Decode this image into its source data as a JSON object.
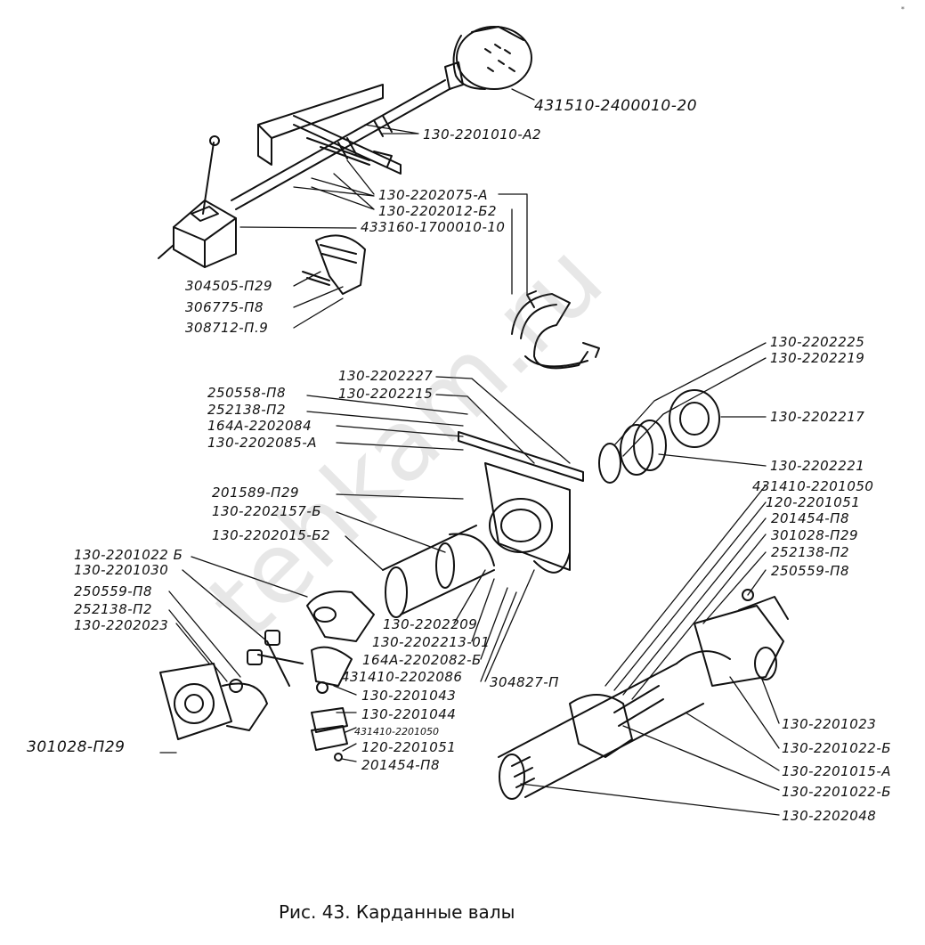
{
  "figure": {
    "caption": "Рис. 43. Карданные валы",
    "watermark": "tehkam.ru",
    "corner_mark": "*"
  },
  "labels": [
    {
      "id": "l1",
      "text": "431510-2400010-20"
    },
    {
      "id": "l2",
      "text": "130-2201010-А2"
    },
    {
      "id": "l3",
      "text": "130-2202075-А"
    },
    {
      "id": "l4",
      "text": "130-2202012-Б2"
    },
    {
      "id": "l5",
      "text": "433160-1700010-10"
    },
    {
      "id": "l6",
      "text": "304505-П29"
    },
    {
      "id": "l7",
      "text": "306775-П8"
    },
    {
      "id": "l8",
      "text": "308712-П.9"
    },
    {
      "id": "l9",
      "text": "130-2202225"
    },
    {
      "id": "l10",
      "text": "130-2202219"
    },
    {
      "id": "l11",
      "text": "130-2202227"
    },
    {
      "id": "l12",
      "text": "130-2202215"
    },
    {
      "id": "l13",
      "text": "250558-П8"
    },
    {
      "id": "l14",
      "text": "252138-П2"
    },
    {
      "id": "l15",
      "text": "164А-2202084"
    },
    {
      "id": "l16",
      "text": "130-2202085-А"
    },
    {
      "id": "l17",
      "text": "130-2202217"
    },
    {
      "id": "l18",
      "text": "130-2202221"
    },
    {
      "id": "l19",
      "text": "431410-2201050"
    },
    {
      "id": "l20",
      "text": "120-2201051"
    },
    {
      "id": "l21",
      "text": "201454-П8"
    },
    {
      "id": "l22",
      "text": "301028-П29"
    },
    {
      "id": "l23",
      "text": "252138-П2"
    },
    {
      "id": "l24",
      "text": "250559-П8"
    },
    {
      "id": "l25",
      "text": "201589-П29"
    },
    {
      "id": "l26",
      "text": "130-2202157-Б"
    },
    {
      "id": "l27",
      "text": "130-2202015-Б2"
    },
    {
      "id": "l28",
      "text": "130-2201022 Б"
    },
    {
      "id": "l29",
      "text": "130-2201030"
    },
    {
      "id": "l30",
      "text": "250559-П8"
    },
    {
      "id": "l31",
      "text": "252138-П2"
    },
    {
      "id": "l32",
      "text": "130-2202023"
    },
    {
      "id": "l33",
      "text": "130-2202209"
    },
    {
      "id": "l34",
      "text": "130-2202213-01"
    },
    {
      "id": "l35",
      "text": "164А-2202082-Б"
    },
    {
      "id": "l36",
      "text": "431410-2202086"
    },
    {
      "id": "l37",
      "text": "304827-П"
    },
    {
      "id": "l38",
      "text": "130-2201043"
    },
    {
      "id": "l39",
      "text": "130-2201044"
    },
    {
      "id": "l40",
      "text": "431410-2201050"
    },
    {
      "id": "l41",
      "text": "120-2201051"
    },
    {
      "id": "l42",
      "text": "201454-П8"
    },
    {
      "id": "l43",
      "text": "301028-П29"
    },
    {
      "id": "l44",
      "text": "130-2201023"
    },
    {
      "id": "l45",
      "text": "130-2201022-Б"
    },
    {
      "id": "l46",
      "text": "130-2201015-А"
    },
    {
      "id": "l47",
      "text": "130-2201022-Б"
    },
    {
      "id": "l48",
      "text": "130-2202048"
    }
  ]
}
